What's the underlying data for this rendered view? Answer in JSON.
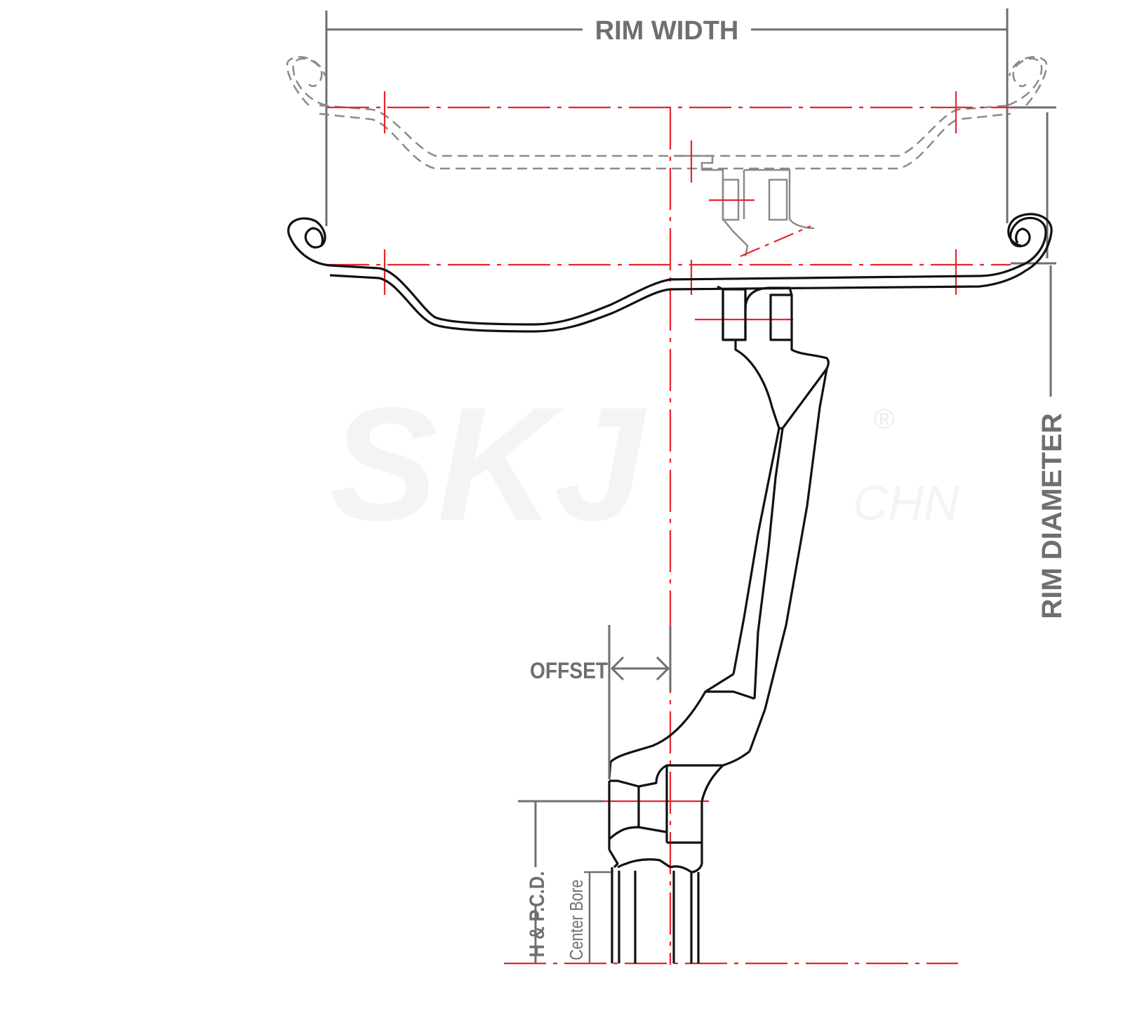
{
  "labels": {
    "rim_width": "RIM WIDTH",
    "rim_diameter": "RIM DIAMETER",
    "offset": "OFFSET",
    "h_pcd": "H & P.C.D.",
    "center_bore": "Center Bore"
  },
  "watermark": {
    "text": "SKJ",
    "suffix": "CHN",
    "mark": "®"
  },
  "colors": {
    "outline": "#111111",
    "ghost": "#8a8a8a",
    "centerline": "#e8242a",
    "dimension": "#6f6f6f",
    "watermark": "#f3f3f3"
  }
}
